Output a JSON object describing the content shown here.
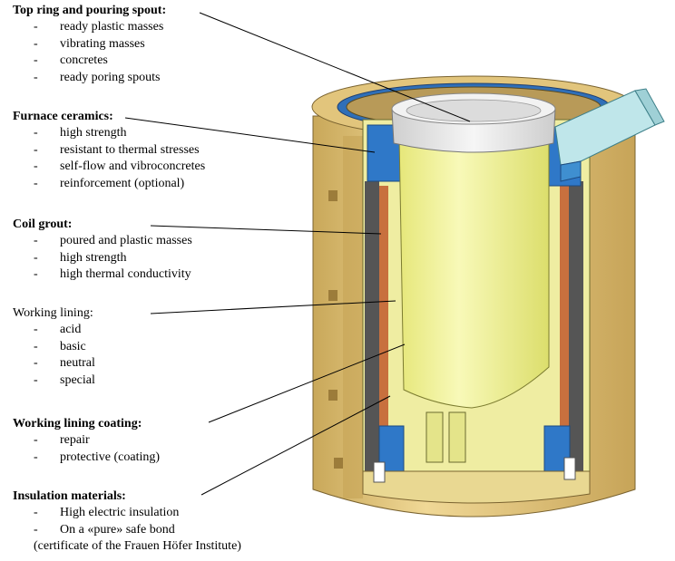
{
  "sections": [
    {
      "heading": "Top ring and pouring spout:",
      "bold": true,
      "items": [
        "ready plastic masses",
        "vibrating masses",
        "concretes",
        "ready poring spouts"
      ]
    },
    {
      "heading": "Furnace ceramics:",
      "bold": true,
      "items": [
        "high strength",
        "resistant to thermal stresses",
        "self-flow and vibroconcretes",
        "reinforcement (optional)"
      ]
    },
    {
      "heading": "Coil grout:",
      "bold": true,
      "items": [
        "poured and plastic masses",
        "high strength",
        "high thermal conductivity"
      ]
    },
    {
      "heading": "Working lining:",
      "bold": false,
      "items": [
        "acid",
        "basic",
        "neutral",
        "special"
      ]
    },
    {
      "heading": "Working lining coating:",
      "bold": true,
      "items": [
        "repair",
        "protective (coating)"
      ]
    },
    {
      "heading": "Insulation materials:",
      "bold": true,
      "items": [
        "High electric insulation",
        "On a «pure» safe bond"
      ],
      "note": "(certificate of the Frauen Höfer Institute)"
    }
  ],
  "bullet_char": "-",
  "colors": {
    "casing_gold": "#e0c47a",
    "casing_dark": "#b5944a",
    "crucible_yellow": "#f0f29a",
    "rim_white": "#e6e6e6",
    "ceramic_blue": "#2f78c8",
    "spout_cyan": "#bfe6ea",
    "coil_copper": "#c8703e",
    "insulation_gray": "#555555",
    "lining_cream": "#f3f0b0",
    "leader_line": "#000000"
  }
}
